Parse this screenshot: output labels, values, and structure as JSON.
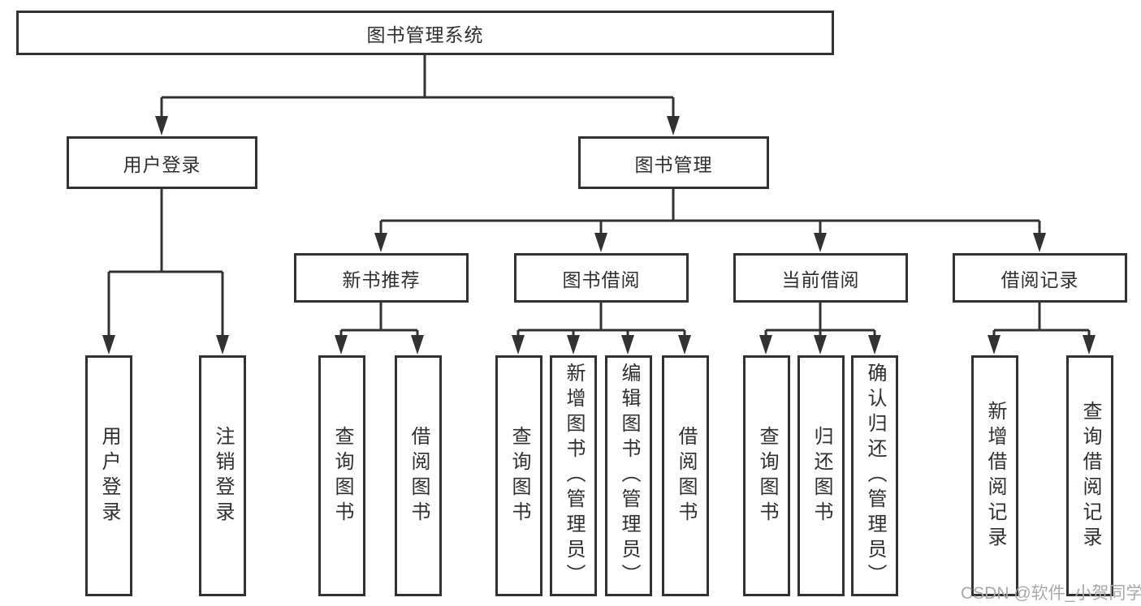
{
  "diagram": {
    "root": {
      "label": "图书管理系统"
    },
    "branches": [
      {
        "label": "用户登录",
        "children": [
          {
            "label": "用户登录"
          },
          {
            "label": "注销登录"
          }
        ]
      },
      {
        "label": "图书管理",
        "children": [
          {
            "label": "新书推荐",
            "children": [
              {
                "label": "查询图书"
              },
              {
                "label": "借阅图书"
              }
            ]
          },
          {
            "label": "图书借阅",
            "children": [
              {
                "label": "查询图书"
              },
              {
                "label": "新增图书（管理员）"
              },
              {
                "label": "编辑图书（管理员）"
              },
              {
                "label": "借阅图书"
              }
            ]
          },
          {
            "label": "当前借阅",
            "children": [
              {
                "label": "查询图书"
              },
              {
                "label": "归还图书"
              },
              {
                "label": "确认归还（管理员）"
              }
            ]
          },
          {
            "label": "借阅记录",
            "children": [
              {
                "label": "新增借阅记录"
              },
              {
                "label": "查询借阅记录"
              }
            ]
          }
        ]
      }
    ]
  },
  "watermark": {
    "text": "CSDN @软件_小贺同学"
  },
  "colors": {
    "line": "#323232",
    "box_border": "#323232",
    "box_background": "#ffffff",
    "text": "#2f2f2f",
    "watermark": "#a9a9a9",
    "page_background": "#ffffff"
  }
}
